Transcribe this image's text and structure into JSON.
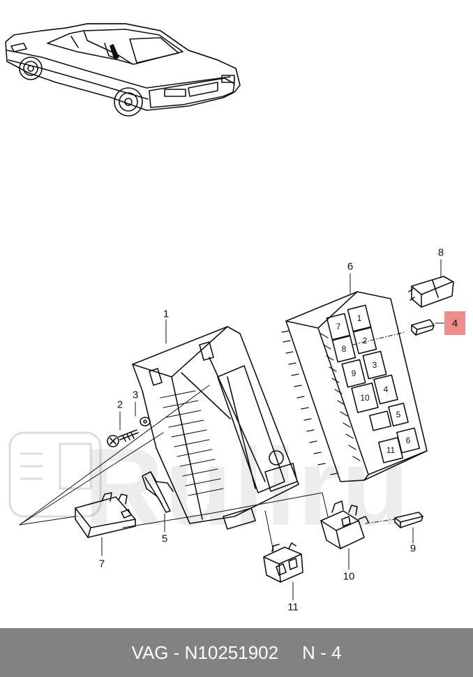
{
  "watermark": "Ruliru",
  "footer": {
    "part_label": "VAG - N10251902",
    "position_label": "N - 4"
  },
  "callouts": [
    "1",
    "2",
    "3",
    "4",
    "5",
    "6",
    "7",
    "8",
    "9",
    "10",
    "11"
  ],
  "fusebox_numbers": [
    "7",
    "1",
    "8",
    "2",
    "9",
    "3",
    "10",
    "4",
    "5",
    "11",
    "6"
  ],
  "colors": {
    "highlight": "#f08c8c",
    "footer": "#828282"
  }
}
